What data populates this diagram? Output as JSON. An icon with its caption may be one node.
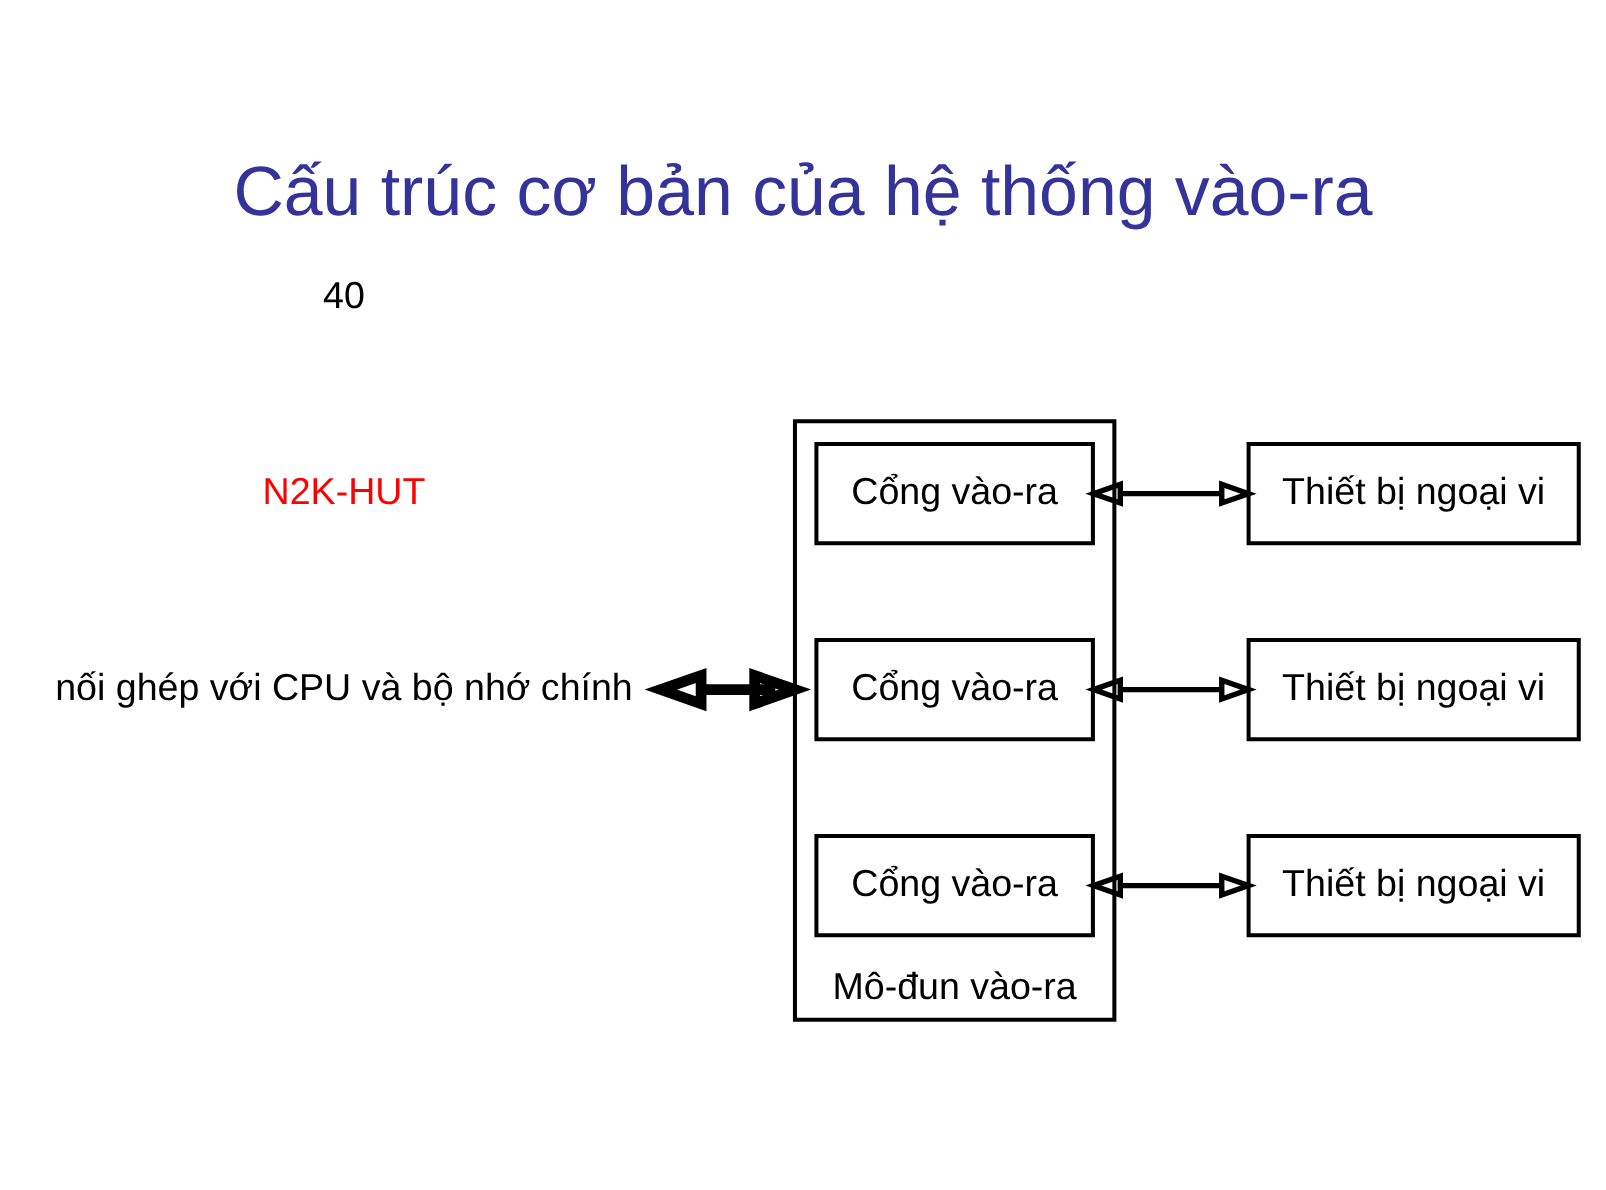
{
  "diagram": {
    "title": "Cấu trúc cơ bản của hệ thống vào-ra",
    "nodes": [
      {
        "text": [
          "nối ghép với CPU và bộ nhớ chính"
        ]
      },
      {
        "text": [
          "Mô-đun vào-ra"
        ]
      },
      {
        "text": [
          "Cổng vào-ra"
        ],
        "in": 1
      },
      {
        "text": [
          "Cổng vào-ra"
        ],
        "in": 1
      },
      {
        "text": [
          "Cổng vào-ra"
        ],
        "in": 1
      },
      {
        "text": [
          "Thiết bị ngoại vi"
        ]
      },
      {
        "text": [
          "Thiết bị ngoại vi"
        ]
      },
      {
        "text": [
          "Thiết bị ngoại vi"
        ]
      }
    ],
    "edges": [
      {
        "from": 0,
        "to": 1,
        "arrow": "both",
        "style": "thick"
      },
      {
        "from": 2,
        "to": 5,
        "arrow": "both"
      },
      {
        "from": 3,
        "to": 6,
        "arrow": "both"
      },
      {
        "from": 4,
        "to": 7,
        "arrow": "both"
      }
    ],
    "labels": [
      "N2K-HUT",
      "40"
    ]
  }
}
